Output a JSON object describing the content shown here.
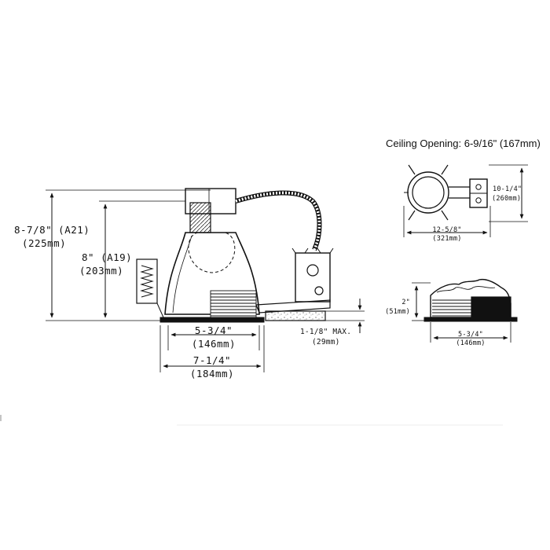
{
  "ceiling_opening": "Ceiling Opening: 6-9/16\" (167mm)",
  "main_view": {
    "overall_height": {
      "imperial": "8-7/8\" (A21)",
      "metric": "(225mm)"
    },
    "a19_height": {
      "imperial": "8\" (A19)",
      "metric": "(203mm)"
    },
    "aperture_width": {
      "imperial": "5-3/4\"",
      "metric": "(146mm)"
    },
    "trim_width": {
      "imperial": "7-1/4\"",
      "metric": "(184mm)"
    },
    "ceiling_thickness": {
      "imperial": "1-1/8\" MAX.",
      "metric": "(29mm)"
    }
  },
  "top_view": {
    "height": {
      "imperial": "10-1/4\"",
      "metric": "(260mm)"
    },
    "width": {
      "imperial": "12-5/8\"",
      "metric": "(321mm)"
    }
  },
  "trim_view": {
    "height": {
      "imperial": "2\"",
      "metric": "(51mm)"
    },
    "width": {
      "imperial": "5-3/4\"",
      "metric": "(146mm)"
    }
  }
}
